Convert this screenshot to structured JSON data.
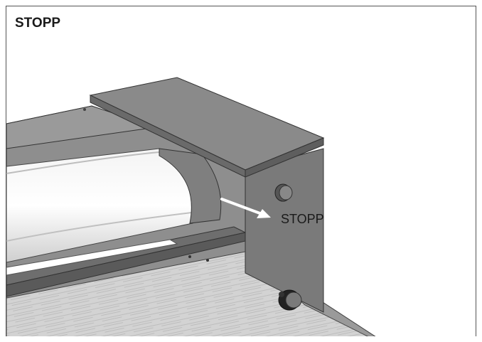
{
  "header": {
    "title": "STOPP"
  },
  "illustration": {
    "callout_label": "STOPP",
    "icons": [
      "machine-illustration",
      "arrow-icon"
    ]
  }
}
